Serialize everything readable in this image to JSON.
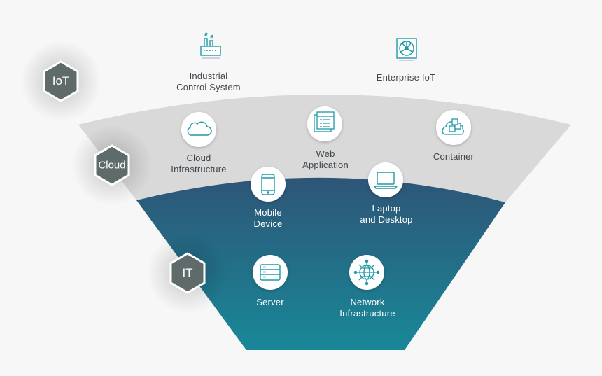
{
  "layers": {
    "iot": {
      "badge": "IoT",
      "items": [
        {
          "label1": "Industrial",
          "label2": "Control System",
          "icon": "factory-icon"
        },
        {
          "label1": "Enterprise IoT",
          "label2": "",
          "icon": "fan-unit-icon"
        }
      ]
    },
    "cloud": {
      "badge": "Cloud",
      "items": [
        {
          "label1": "Cloud",
          "label2": "Infrastructure",
          "icon": "cloud-icon"
        },
        {
          "label1": "Web",
          "label2": "Application",
          "icon": "web-app-icon"
        },
        {
          "label1": "Container",
          "label2": "",
          "icon": "container-icon"
        }
      ]
    },
    "it": {
      "badge": "IT",
      "items": [
        {
          "label1": "Mobile",
          "label2": "Device",
          "icon": "mobile-device-icon"
        },
        {
          "label1": "Laptop",
          "label2": "and Desktop",
          "icon": "laptop-icon"
        },
        {
          "label1": "Server",
          "label2": "",
          "icon": "server-icon"
        },
        {
          "label1": "Network",
          "label2": "Infrastructure",
          "icon": "network-globe-icon"
        }
      ]
    }
  },
  "colors": {
    "band_gray": "#d9d9d9",
    "band_blue_top": "#2e5577",
    "band_blue_bottom": "#188898",
    "badge_fill": "#5f6b6b",
    "icon_stroke": "#1d9aa7"
  }
}
